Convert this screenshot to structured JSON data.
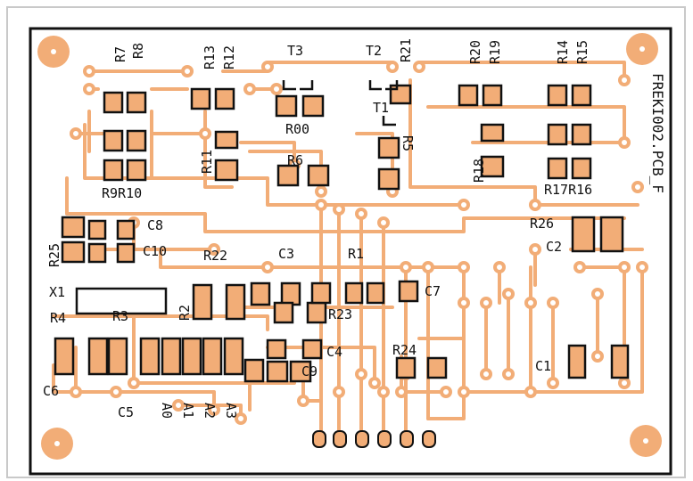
{
  "board_name": "FREKI002.PCB_F",
  "colors": {
    "copper": "#f2ad77",
    "outline": "#111111",
    "paper": "#ffffff"
  },
  "components": [
    {
      "id": "r7",
      "text": "R7"
    },
    {
      "id": "r8",
      "text": "R8"
    },
    {
      "id": "r13",
      "text": "R13"
    },
    {
      "id": "r12",
      "text": "R12"
    },
    {
      "id": "t3",
      "text": "T3"
    },
    {
      "id": "t2",
      "text": "T2"
    },
    {
      "id": "r21",
      "text": "R21"
    },
    {
      "id": "r20",
      "text": "R20"
    },
    {
      "id": "r19",
      "text": "R19"
    },
    {
      "id": "r14",
      "text": "R14"
    },
    {
      "id": "r15",
      "text": "R15"
    },
    {
      "id": "t1",
      "text": "T1"
    },
    {
      "id": "r00",
      "text": "R00"
    },
    {
      "id": "r11",
      "text": "R11"
    },
    {
      "id": "r5",
      "text": "R5"
    },
    {
      "id": "r6",
      "text": "R6"
    },
    {
      "id": "r18",
      "text": "R18"
    },
    {
      "id": "r9r10",
      "text": "R9R10"
    },
    {
      "id": "r17r16",
      "text": "R17R16"
    },
    {
      "id": "c8",
      "text": "C8"
    },
    {
      "id": "r26",
      "text": "R26"
    },
    {
      "id": "c2",
      "text": "C2"
    },
    {
      "id": "r25",
      "text": "R25"
    },
    {
      "id": "c10",
      "text": "C10"
    },
    {
      "id": "r22",
      "text": "R22"
    },
    {
      "id": "c3",
      "text": "C3"
    },
    {
      "id": "r1",
      "text": "R1"
    },
    {
      "id": "x1",
      "text": "X1"
    },
    {
      "id": "r2",
      "text": "R2"
    },
    {
      "id": "c7",
      "text": "C7"
    },
    {
      "id": "r4",
      "text": "R4"
    },
    {
      "id": "r3",
      "text": "R3"
    },
    {
      "id": "r23",
      "text": "R23"
    },
    {
      "id": "c4",
      "text": "C4"
    },
    {
      "id": "r24",
      "text": "R24"
    },
    {
      "id": "c1",
      "text": "C1"
    },
    {
      "id": "c6",
      "text": "C6"
    },
    {
      "id": "c9",
      "text": "C9"
    },
    {
      "id": "c5",
      "text": "C5"
    },
    {
      "id": "a0",
      "text": "A0"
    },
    {
      "id": "a1",
      "text": "A1"
    },
    {
      "id": "a2",
      "text": "A2"
    },
    {
      "id": "a3",
      "text": "A3"
    }
  ]
}
